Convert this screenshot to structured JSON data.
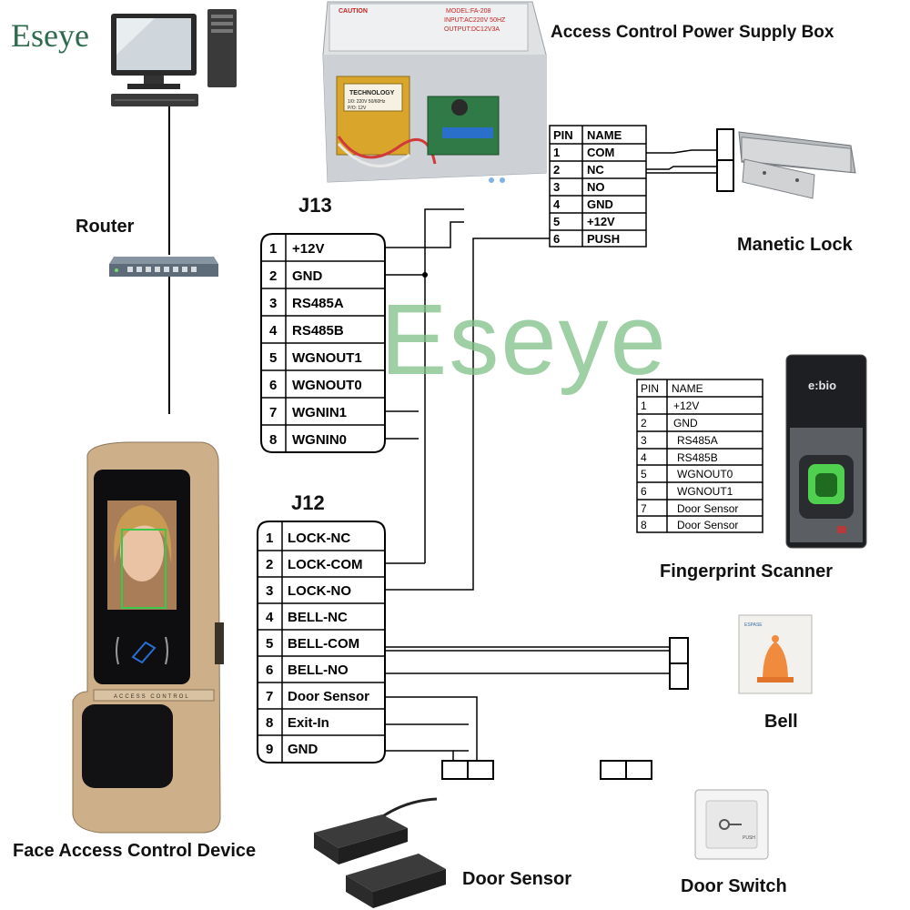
{
  "brand": {
    "logo_text": "Eseye",
    "watermark": "Eseye"
  },
  "labels": {
    "router": "Router",
    "power_supply": "Access Control Power Supply Box",
    "magnetic_lock": "Manetic Lock",
    "fingerprint_scanner": "Fingerprint Scanner",
    "bell": "Bell",
    "door_sensor": "Door Sensor",
    "door_switch": "Door Switch",
    "face_device": "Face Access Control Device"
  },
  "power_box": {
    "caution": "CAUTION",
    "model": "MODEL:FA-208",
    "input": "INPUT:AC220V 50HZ",
    "output": "OUTPUT:DC12V3A",
    "transformer_title": "TECHNOLOGY",
    "transformer_l1": "1/0: 220V 50/60Hz",
    "transformer_l2": "P/O: 12V"
  },
  "power_table": {
    "headers": [
      "PIN",
      "NAME"
    ],
    "rows": [
      [
        "1",
        "COM"
      ],
      [
        "2",
        "NC"
      ],
      [
        "3",
        "NO"
      ],
      [
        "4",
        "GND"
      ],
      [
        "5",
        "+12V"
      ],
      [
        "6",
        "PUSH"
      ]
    ]
  },
  "j13": {
    "title": "J13",
    "rows": [
      [
        "1",
        "+12V"
      ],
      [
        "2",
        "GND"
      ],
      [
        "3",
        "RS485A"
      ],
      [
        "4",
        "RS485B"
      ],
      [
        "5",
        "WGNOUT1"
      ],
      [
        "6",
        "WGNOUT0"
      ],
      [
        "7",
        "WGNIN1"
      ],
      [
        "8",
        "WGNIN0"
      ]
    ]
  },
  "j12": {
    "title": "J12",
    "rows": [
      [
        "1",
        "LOCK-NC"
      ],
      [
        "2",
        "LOCK-COM"
      ],
      [
        "3",
        "LOCK-NO"
      ],
      [
        "4",
        "BELL-NC"
      ],
      [
        "5",
        "BELL-COM"
      ],
      [
        "6",
        "BELL-NO"
      ],
      [
        "7",
        "Door Sensor"
      ],
      [
        "8",
        "Exit-In"
      ],
      [
        "9",
        "GND"
      ]
    ]
  },
  "fp_table": {
    "headers": [
      "PIN",
      "NAME"
    ],
    "rows": [
      [
        "1",
        "+12V"
      ],
      [
        "2",
        "GND"
      ],
      [
        "3",
        "RS485A"
      ],
      [
        "4",
        "RS485B"
      ],
      [
        "5",
        "WGNOUT0"
      ],
      [
        "6",
        "WGNOUT1"
      ],
      [
        "7",
        "Door Sensor"
      ],
      [
        "8",
        "Door Sensor"
      ]
    ]
  },
  "device_text": {
    "face_band": "ACCESS CONTROL",
    "fp_brand": "e:bio",
    "bell_brand": "ESPASE",
    "switch_label": "PUSH"
  },
  "colors": {
    "wire": "#000000",
    "brand_green": "#2f6b4e",
    "watermark_green": "#7fbf86",
    "gold": "#cdb08a"
  }
}
